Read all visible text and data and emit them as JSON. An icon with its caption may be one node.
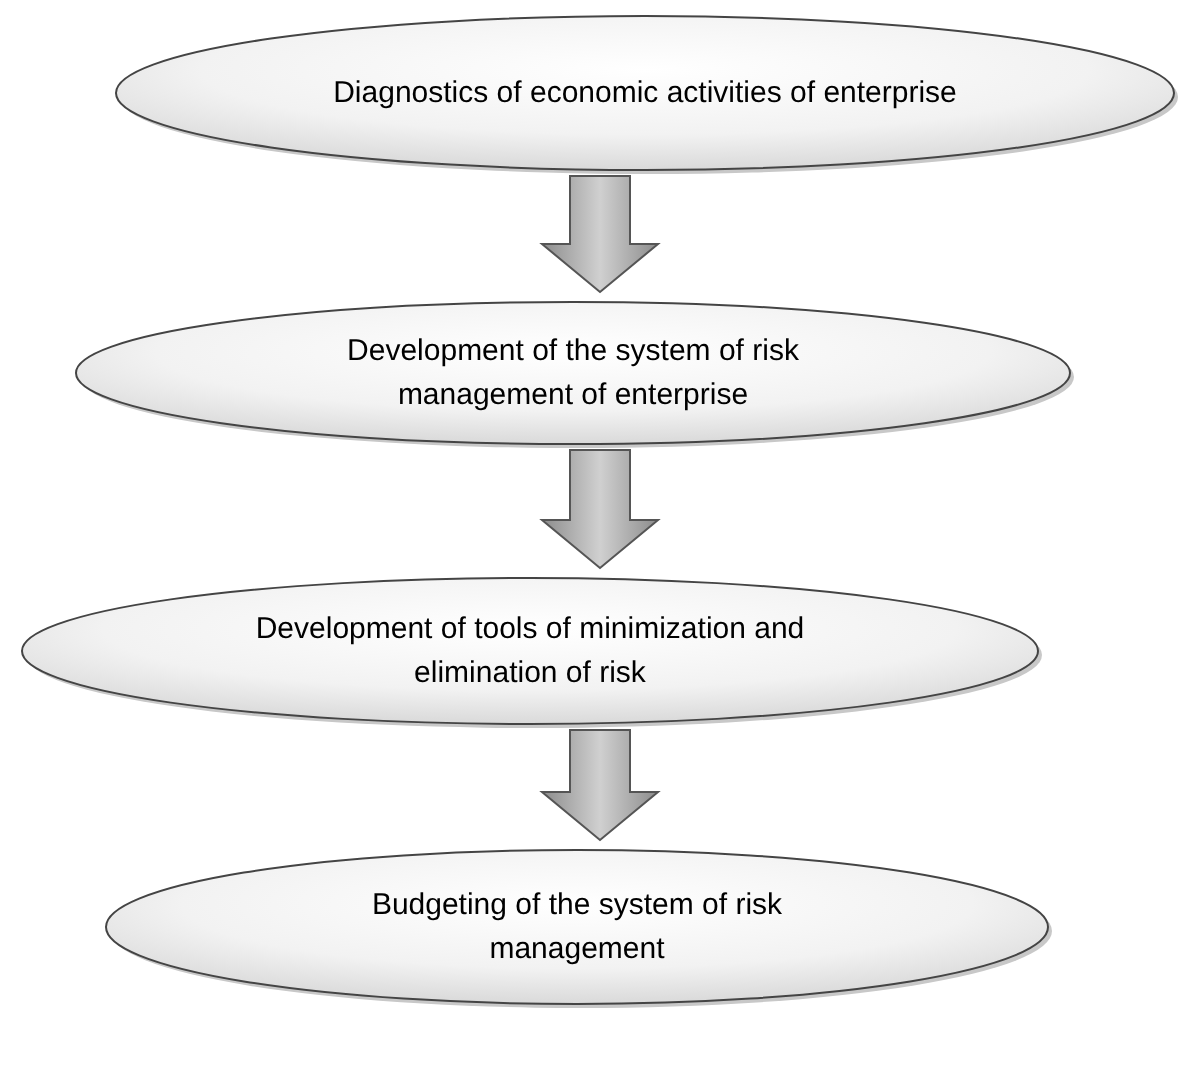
{
  "diagram": {
    "nodes": [
      {
        "text": [
          "Diagnostics of economic activities of enterprise"
        ]
      },
      {
        "text": [
          "Development of the system of risk management of enterprise"
        ]
      },
      {
        "text": [
          "Development of tools of minimization and elimination of risk"
        ]
      },
      {
        "text": [
          "Budgeting of the system of risk management"
        ]
      }
    ],
    "edges": [
      {
        "from": 0,
        "to": 1,
        "arrow": "to"
      },
      {
        "from": 1,
        "to": 2,
        "arrow": "to"
      },
      {
        "from": 2,
        "to": 3,
        "arrow": "to"
      }
    ]
  }
}
